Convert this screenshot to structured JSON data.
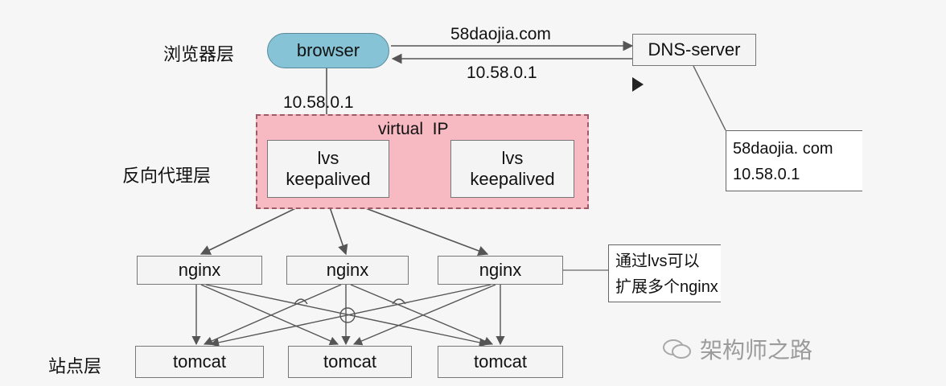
{
  "layers": {
    "browser": "浏览器层",
    "proxy": "反向代理层",
    "site": "站点层"
  },
  "nodes": {
    "browser": "browser",
    "dns": "DNS-server",
    "lvs_left": "lvs\nkeepalived",
    "lvs_right": "lvs\nkeepalived",
    "nginx": [
      "nginx",
      "nginx",
      "nginx"
    ],
    "tomcat": [
      "tomcat",
      "tomcat",
      "tomcat"
    ]
  },
  "edges": {
    "request_domain": "58daojia.com",
    "response_ip": "10.58.0.1",
    "browser_to_vip": "10.58.0.1"
  },
  "virtual_ip_label": "virtual  IP",
  "dns_record": {
    "line1": "58daojia. com",
    "line2": "10.58.0.1"
  },
  "nginx_note": {
    "line1": "通过lvs可以",
    "line2": "扩展多个nginx"
  },
  "watermark": "架构师之路",
  "colors": {
    "browser_fill": "#86c3d6",
    "vip_fill": "#f7b9c2",
    "box_fill": "#f4f4f4"
  }
}
